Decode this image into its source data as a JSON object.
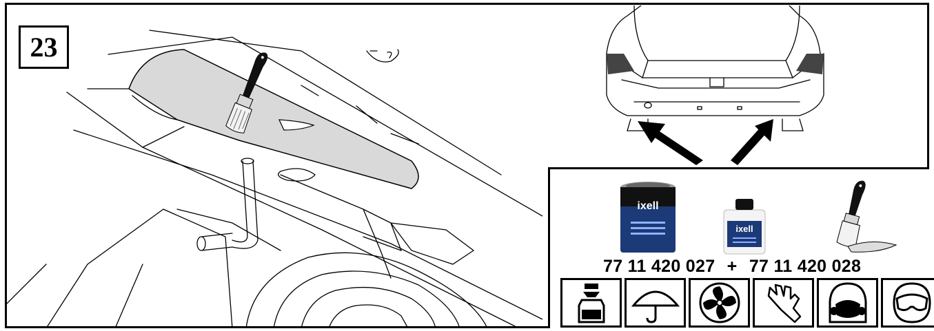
{
  "step": {
    "number": "23"
  },
  "products": {
    "product_1": {
      "brand": "ixell",
      "reference": "77 11 420 027"
    },
    "product_2": {
      "brand": "ixell",
      "reference": "77 11 420 028"
    },
    "separator": "+"
  },
  "icons": {
    "brush": "paintbrush-icon",
    "safety": [
      "shake-container-icon",
      "keep-dry-icon",
      "ventilation-fan-icon",
      "gloves-icon",
      "respirator-mask-icon",
      "safety-goggles-icon"
    ]
  }
}
